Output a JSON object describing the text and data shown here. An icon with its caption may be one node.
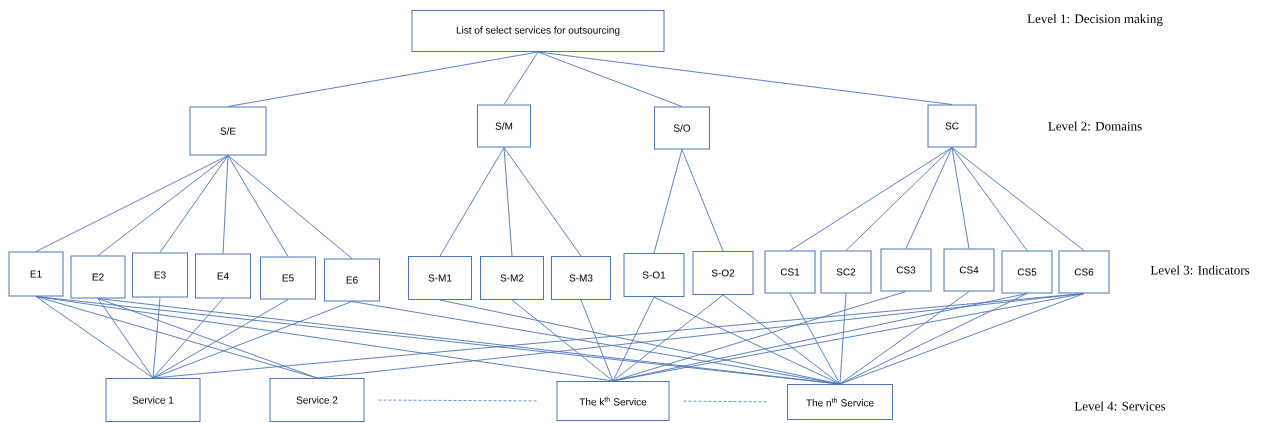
{
  "diagram": {
    "nodes": [
      {
        "text": [
          "List of select services for outsourcing"
        ]
      },
      {
        "text": [
          "S/E"
        ]
      },
      {
        "text": [
          "S/M"
        ]
      },
      {
        "text": [
          "S/O"
        ]
      },
      {
        "text": [
          "SC"
        ]
      },
      {
        "text": [
          "E1"
        ]
      },
      {
        "text": [
          "E2"
        ]
      },
      {
        "text": [
          "E3"
        ]
      },
      {
        "text": [
          "E4"
        ]
      },
      {
        "text": [
          "E5"
        ]
      },
      {
        "text": [
          "E6"
        ]
      },
      {
        "text": [
          "S-M1"
        ]
      },
      {
        "text": [
          "S-M2"
        ]
      },
      {
        "text": [
          "S-M3"
        ]
      },
      {
        "text": [
          "S-O1"
        ]
      },
      {
        "text": [
          "S-O2"
        ]
      },
      {
        "text": [
          "CS1"
        ]
      },
      {
        "text": [
          "SC2"
        ]
      },
      {
        "text": [
          "CS3"
        ]
      },
      {
        "text": [
          "CS4"
        ]
      },
      {
        "text": [
          "CS5"
        ]
      },
      {
        "text": [
          "CS6"
        ]
      },
      {
        "text": [
          "Service 1"
        ]
      },
      {
        "text": [
          "Service 2"
        ]
      },
      {
        "text": [
          "The k$^{th}$ Service"
        ]
      },
      {
        "text": [
          "The n$^{th}$ Service"
        ]
      }
    ],
    "edges": [
      {
        "from": 0,
        "to": 1,
        "arrow": "none"
      },
      {
        "from": 0,
        "to": 2,
        "arrow": "none"
      },
      {
        "from": 0,
        "to": 3,
        "arrow": "none"
      },
      {
        "from": 0,
        "to": 4,
        "arrow": "none"
      },
      {
        "from": 1,
        "to": 5,
        "arrow": "none"
      },
      {
        "from": 1,
        "to": 6,
        "arrow": "none"
      },
      {
        "from": 1,
        "to": 7,
        "arrow": "none"
      },
      {
        "from": 1,
        "to": 8,
        "arrow": "none"
      },
      {
        "from": 1,
        "to": 9,
        "arrow": "none"
      },
      {
        "from": 1,
        "to": 10,
        "arrow": "none"
      },
      {
        "from": 2,
        "to": 11,
        "arrow": "none"
      },
      {
        "from": 2,
        "to": 12,
        "arrow": "none"
      },
      {
        "from": 2,
        "to": 13,
        "arrow": "none"
      },
      {
        "from": 3,
        "to": 14,
        "arrow": "none"
      },
      {
        "from": 3,
        "to": 15,
        "arrow": "none"
      },
      {
        "from": 4,
        "to": 16,
        "arrow": "none"
      },
      {
        "from": 4,
        "to": 17,
        "arrow": "none"
      },
      {
        "from": 4,
        "to": 18,
        "arrow": "none"
      },
      {
        "from": 4,
        "to": 19,
        "arrow": "none"
      },
      {
        "from": 4,
        "to": 20,
        "arrow": "none"
      },
      {
        "from": 4,
        "to": 21,
        "arrow": "none"
      },
      {
        "from": 5,
        "to": 22,
        "arrow": "none"
      },
      {
        "from": 5,
        "to": 23,
        "arrow": "none"
      },
      {
        "from": 5,
        "to": 24,
        "arrow": "none"
      },
      {
        "from": 5,
        "to": 25,
        "arrow": "none"
      },
      {
        "from": 6,
        "to": 22,
        "arrow": "none"
      },
      {
        "from": 6,
        "to": 23,
        "arrow": "none"
      },
      {
        "from": 6,
        "to": 25,
        "arrow": "none"
      },
      {
        "from": 7,
        "to": 22,
        "arrow": "none"
      },
      {
        "from": 8,
        "to": 22,
        "arrow": "none"
      },
      {
        "from": 9,
        "to": 22,
        "arrow": "none"
      },
      {
        "from": 10,
        "to": 22,
        "arrow": "none"
      },
      {
        "from": 10,
        "to": 25,
        "arrow": "none"
      },
      {
        "from": 11,
        "to": 25,
        "arrow": "none"
      },
      {
        "from": 12,
        "to": 24,
        "arrow": "none"
      },
      {
        "from": 13,
        "to": 24,
        "arrow": "none"
      },
      {
        "from": 14,
        "to": 24,
        "arrow": "none"
      },
      {
        "from": 14,
        "to": 25,
        "arrow": "none"
      },
      {
        "from": 15,
        "to": 24,
        "arrow": "none"
      },
      {
        "from": 15,
        "to": 25,
        "arrow": "none"
      },
      {
        "from": 16,
        "to": 25,
        "arrow": "none"
      },
      {
        "from": 17,
        "to": 25,
        "arrow": "none"
      },
      {
        "from": 18,
        "to": 24,
        "arrow": "none"
      },
      {
        "from": 19,
        "to": 25,
        "arrow": "none"
      },
      {
        "from": 20,
        "to": 24,
        "arrow": "none"
      },
      {
        "from": 20,
        "to": 25,
        "arrow": "none"
      },
      {
        "from": 21,
        "to": 22,
        "arrow": "none"
      },
      {
        "from": 21,
        "to": 23,
        "arrow": "none"
      },
      {
        "from": 21,
        "to": 24,
        "arrow": "none"
      },
      {
        "from": 21,
        "to": 25,
        "arrow": "none"
      },
      {
        "from": 23,
        "to": 24,
        "arrow": "none",
        "style": "dashed"
      },
      {
        "from": 24,
        "to": 25,
        "arrow": "none",
        "style": "dashed"
      }
    ],
    "labels": [
      "Level 1: Decision making",
      "Level 2: Domains",
      "Level 3: Indicators",
      "Level 4: Services"
    ]
  }
}
